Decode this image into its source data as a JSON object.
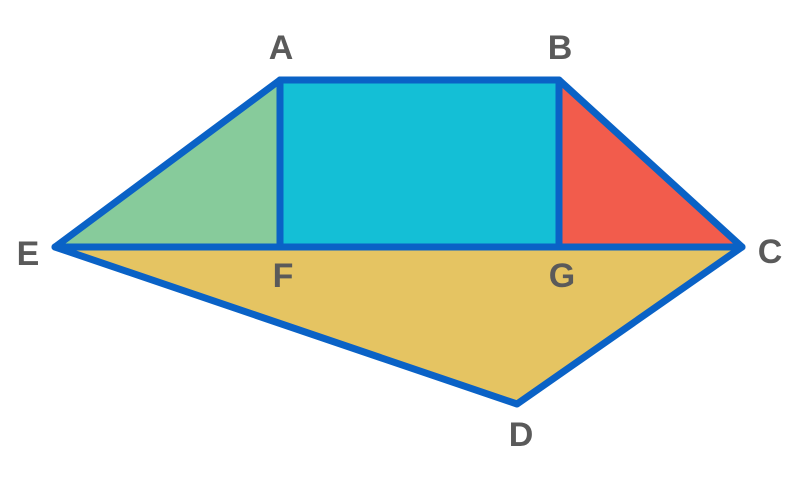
{
  "labels": {
    "A": "A",
    "B": "B",
    "C": "C",
    "D": "D",
    "E": "E",
    "F": "F",
    "G": "G"
  },
  "colors": {
    "outline": "#0a62c6",
    "triangle_left": "#87cb9b",
    "rectangle": "#14bfd6",
    "triangle_right": "#f25c4c",
    "bottom_region": "#e5c462",
    "label": "#5a5a5a",
    "background": "#ffffff"
  }
}
